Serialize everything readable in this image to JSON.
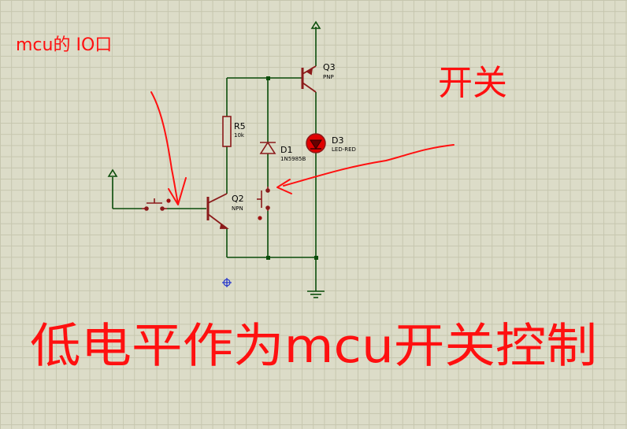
{
  "components": {
    "q3": {
      "ref": "Q3",
      "value": "PNP"
    },
    "r5": {
      "ref": "R5",
      "value": "10k"
    },
    "d1": {
      "ref": "D1",
      "value": "1N5985B"
    },
    "d3": {
      "ref": "D3",
      "value": "LED-RED"
    },
    "q2": {
      "ref": "Q2",
      "value": "NPN"
    }
  },
  "annotations": {
    "mcu_io": "mcu的 IO口",
    "switch": "开关",
    "low_level": "低电平作为mcu开关控制"
  },
  "colors": {
    "wire": "#0b4d0b",
    "component": "#8b1a1a",
    "annotation": "#ff1010",
    "grid_bg": "#dcdcc8",
    "led_fill": "#e00000"
  }
}
